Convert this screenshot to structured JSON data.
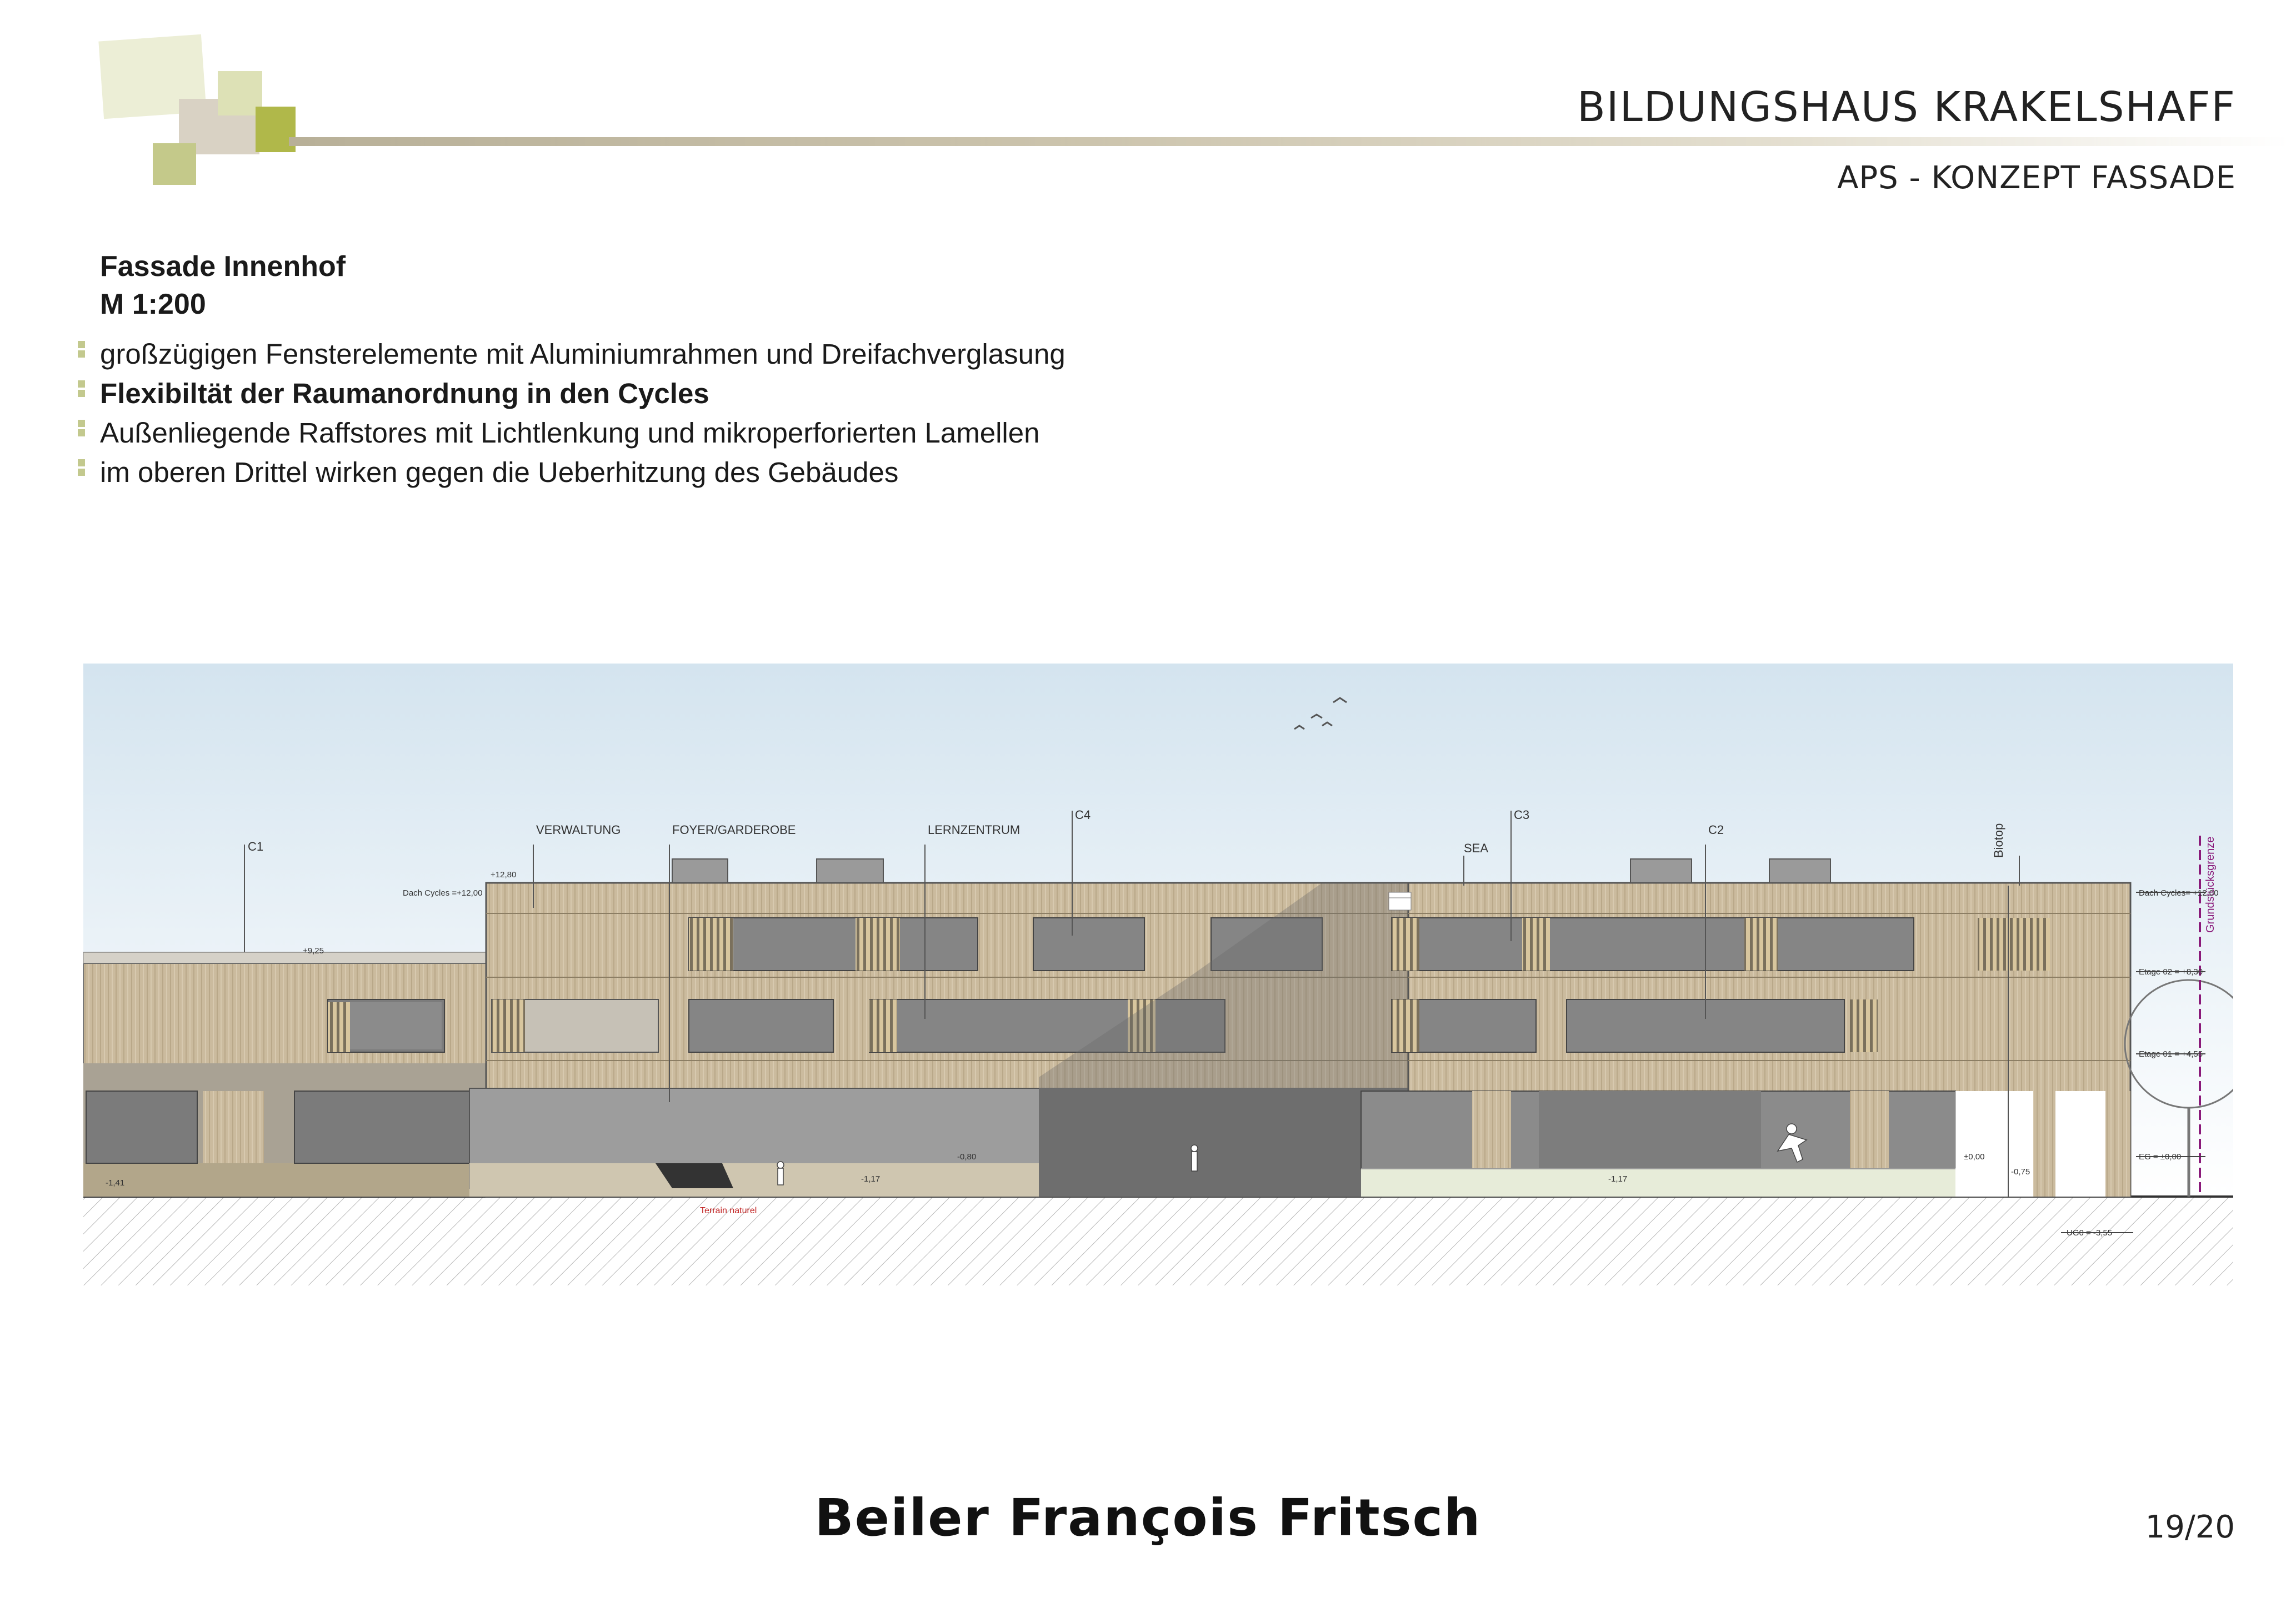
{
  "header": {
    "title": "BILDUNGSHAUS KRAKELSHAFF",
    "subtitle": "APS - KONZEPT FASSADE"
  },
  "section": {
    "heading": "Fassade Innenhof",
    "scale": "M 1:200"
  },
  "bullets": [
    {
      "text": "großzügigen Fensterelemente mit Aluminiumrahmen und Dreifachverglasung",
      "bold": false
    },
    {
      "text": "Flexibiltät der Raumanordnung in den Cycles",
      "bold": true
    },
    {
      "text": "Außenliegende Raffstores mit Lichtlenkung und mikroperforierten Lamellen",
      "bold": false
    },
    {
      "text": "im oberen Drittel wirken gegen die Ueberhitzung des Gebäudes",
      "bold": false
    }
  ],
  "drawing": {
    "labels": {
      "c1": "C1",
      "verwaltung": "VERWALTUNG",
      "foyer": "FOYER/GARDEROBE",
      "lernzentrum": "LERNZENTRUM",
      "c4": "C4",
      "c3": "C3",
      "sea": "SEA",
      "c2": "C2",
      "biotop": "Biotop",
      "grundstuecksgrenze": "Grundstücksgrenze",
      "terrain": "Terrain naturel"
    },
    "levels": {
      "dach_left": "Dach Cycles =+12,00",
      "dach_right": "Dach Cycles= +12,00",
      "top_1280": "+12,80",
      "top_925": "+9,25",
      "etage02": "Etage 02 = +8,30",
      "etage01": "Etage 01 = +4,55",
      "eg": "EG = ±0,00",
      "ugo": "UG0 = -3,55",
      "pm000": "±0,00",
      "m075": "-0,75",
      "m117": "-1,17",
      "m141": "-1,41",
      "m117b": "-1,17",
      "m080": "-0,80"
    }
  },
  "footer": {
    "brand": "Beiler François Fritsch",
    "page": "19/20"
  },
  "colors": {
    "accent_green": "#b5bd4e",
    "logo_light": "#d9dcb0",
    "logo_beige": "#d8d0c2",
    "facade_wood": "#c9b89a",
    "sky": "#dde9f2",
    "grundstuecksgrenze": "#8a1a7a"
  }
}
